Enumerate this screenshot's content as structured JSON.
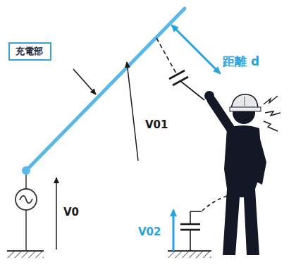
{
  "diagram": {
    "nodes": [
      {
        "text": [
          "充電部"
        ]
      }
    ],
    "labels": [
      "距離 d",
      "V01",
      "V0",
      "V02"
    ]
  }
}
